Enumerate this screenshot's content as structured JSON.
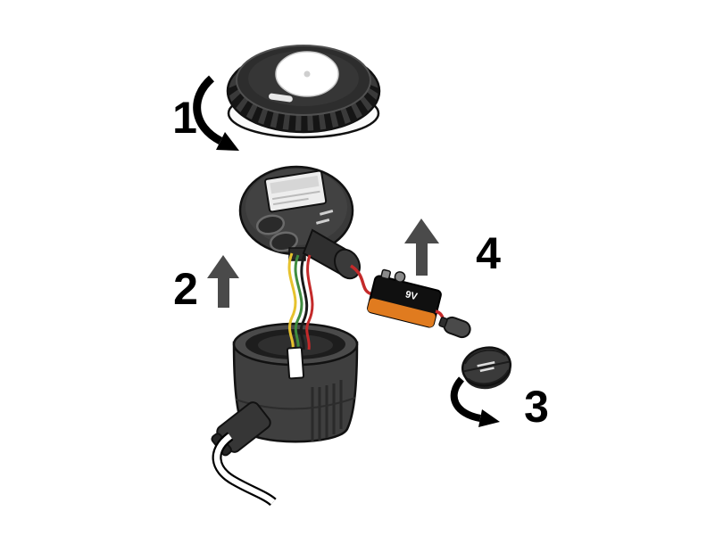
{
  "diagram": {
    "steps": [
      {
        "number": "1",
        "arrow": "curved-down-arrow"
      },
      {
        "number": "2",
        "arrow": "up-arrow"
      },
      {
        "number": "3",
        "arrow": "curved-right-arrow"
      },
      {
        "number": "4",
        "arrow": "up-arrow"
      }
    ],
    "battery": {
      "label": "9V"
    },
    "colors": {
      "part_dark": "#3a3a3a",
      "part_darker": "#2d2d2d",
      "outline": "#111111",
      "arrow_gray": "#4a4a4a",
      "battery_orange": "#e07b1f",
      "wire_red": "#c42a2a",
      "wire_yellow": "#e6c22e",
      "wire_green": "#3f8c3f",
      "wire_black": "#1a1a1a",
      "lcd_gray": "#ededed"
    }
  }
}
